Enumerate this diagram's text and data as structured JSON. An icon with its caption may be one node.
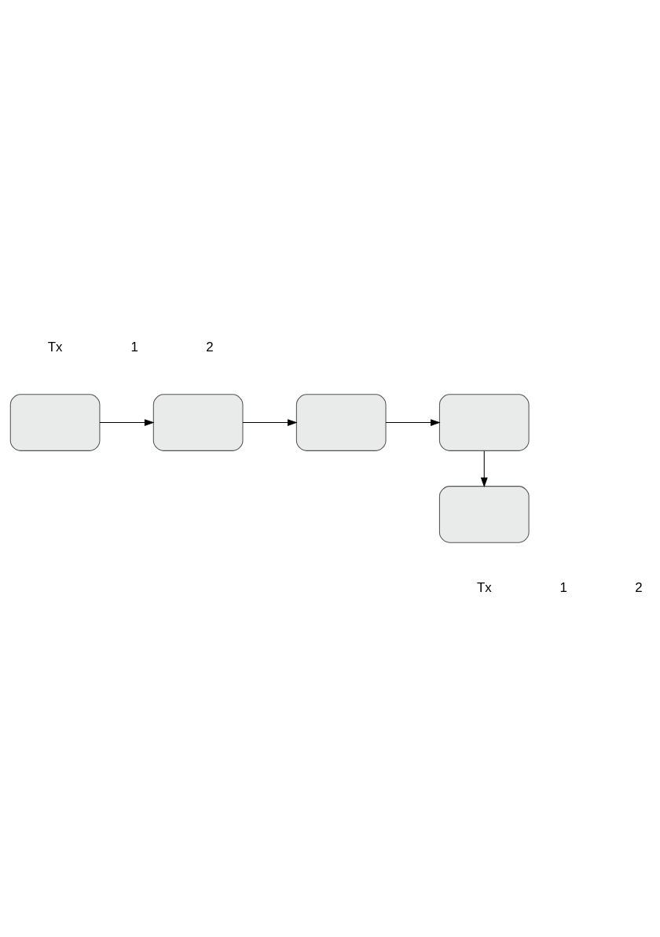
{
  "diagram": {
    "nodes": [
      {
        "text": [],
        "shape": "box"
      },
      {
        "text": [],
        "shape": "box"
      },
      {
        "text": [],
        "shape": "box"
      },
      {
        "text": [],
        "shape": "box"
      },
      {
        "text": [],
        "shape": "box"
      }
    ],
    "edges": [
      {
        "from": 0,
        "to": 1,
        "arrow": "to"
      },
      {
        "from": 1,
        "to": 2,
        "arrow": "to"
      },
      {
        "from": 2,
        "to": 3,
        "arrow": "to"
      },
      {
        "from": 3,
        "to": 4,
        "arrow": "to"
      }
    ],
    "labels": [
      "Tx",
      "1",
      "2",
      "Tx",
      "1",
      "2"
    ]
  }
}
